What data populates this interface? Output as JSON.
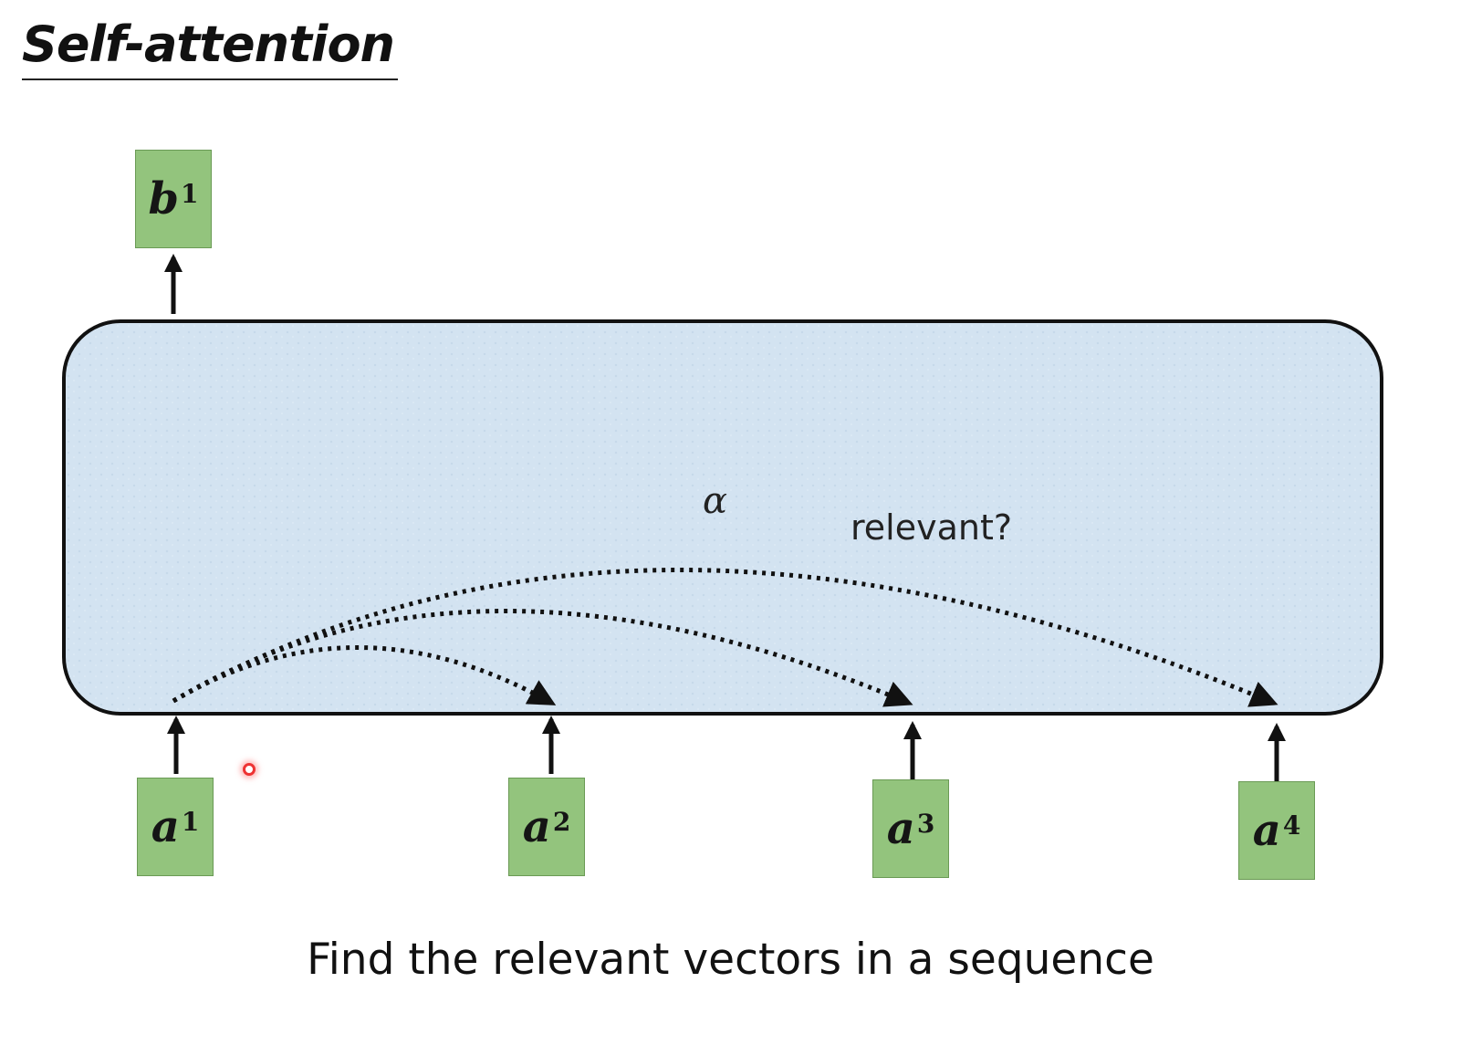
{
  "title": "Self-attention",
  "caption": "Find the relevant vectors in a sequence",
  "labels": {
    "alpha": "α",
    "relevant": "relevant?"
  },
  "inputs": [
    {
      "base": "a",
      "sup": "1"
    },
    {
      "base": "a",
      "sup": "2"
    },
    {
      "base": "a",
      "sup": "3"
    },
    {
      "base": "a",
      "sup": "4"
    }
  ],
  "output": {
    "base": "b",
    "sup": "1"
  },
  "colors": {
    "vector_fill": "#93c47d",
    "block_fill": "#d4e4f2",
    "block_border": "#111111"
  }
}
